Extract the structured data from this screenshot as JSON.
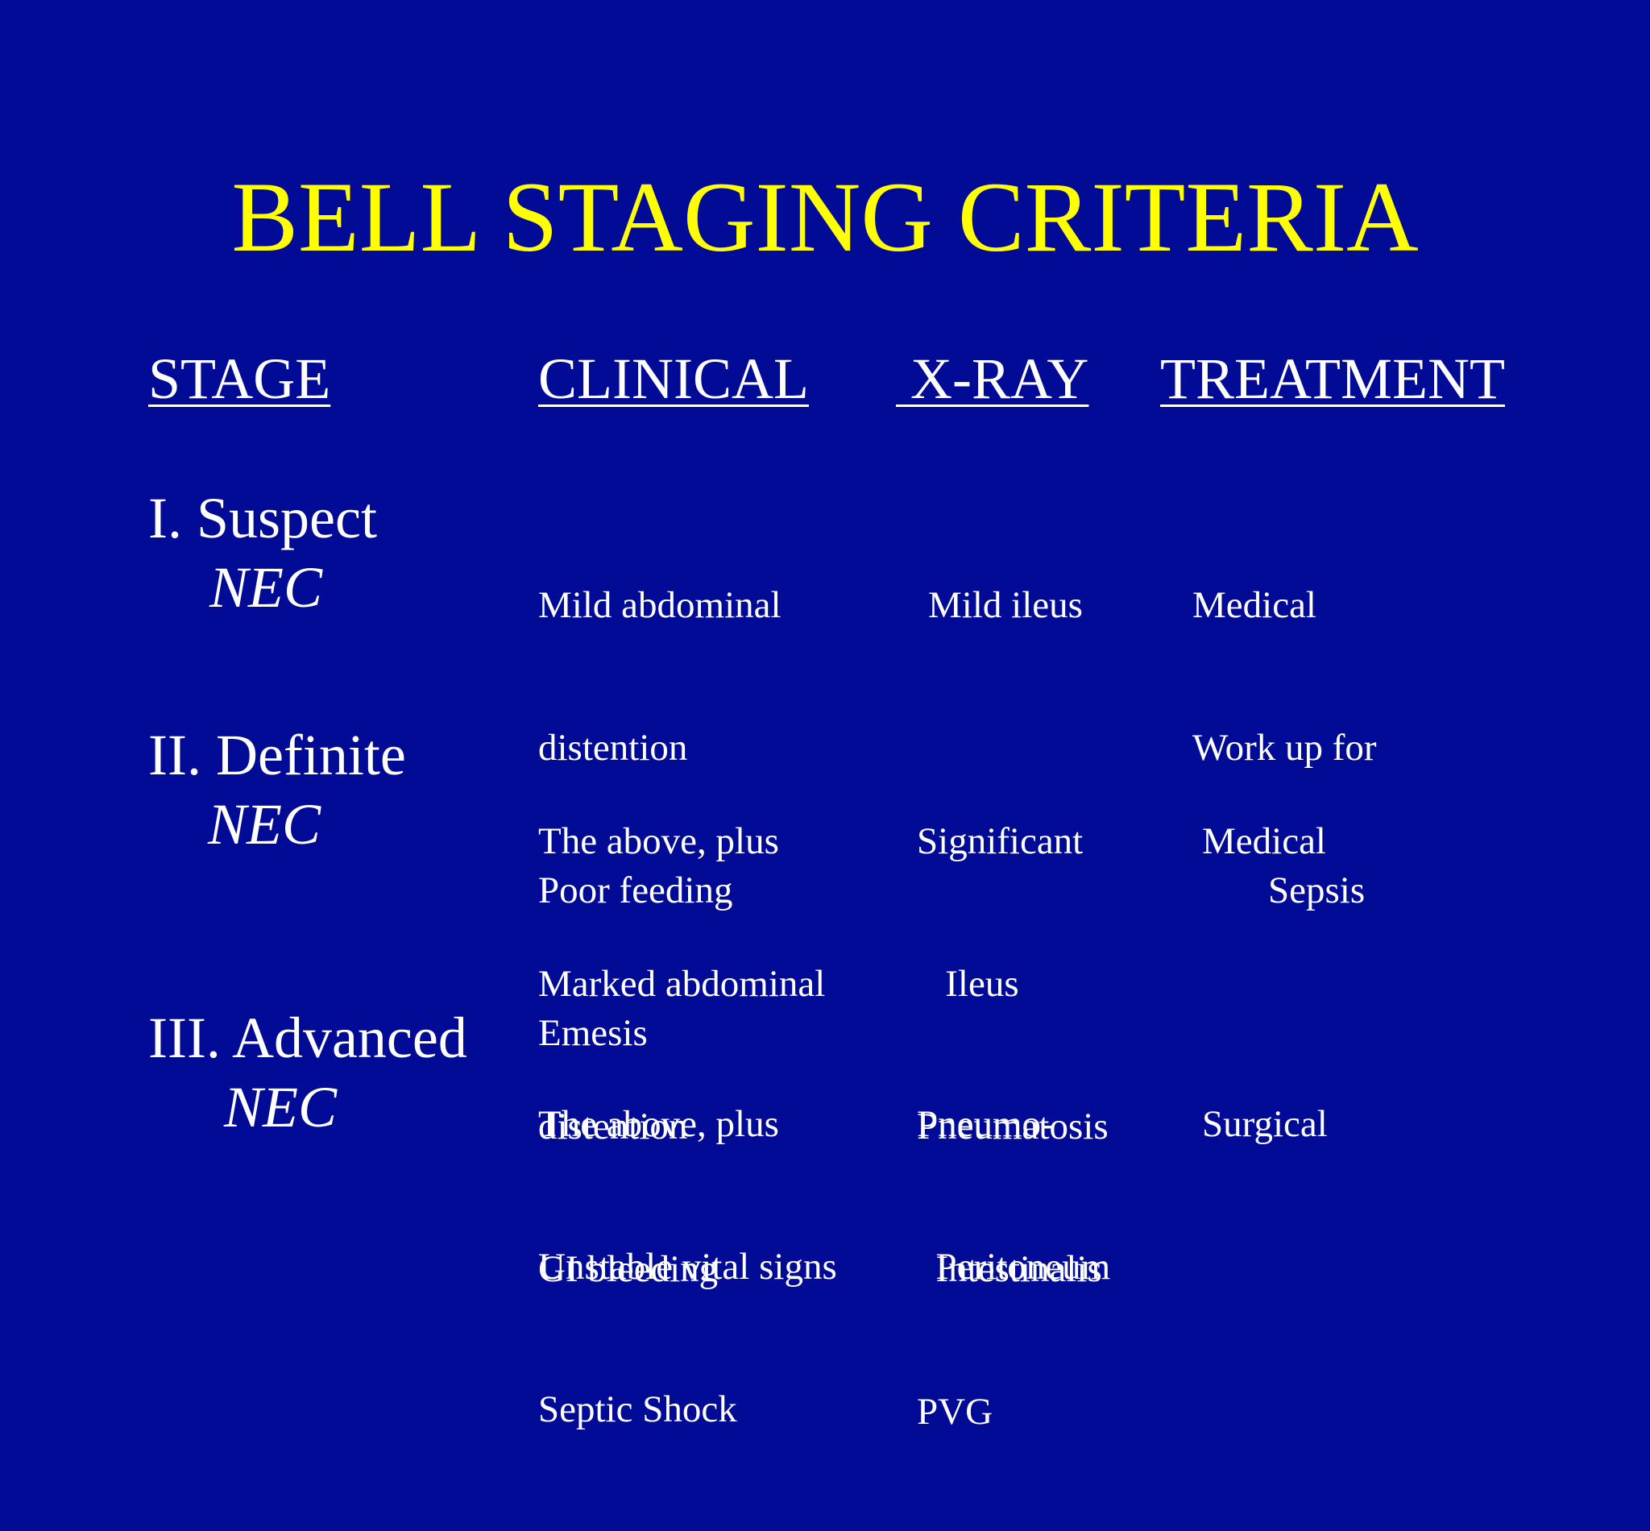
{
  "title": "BELL STAGING CRITERIA",
  "headers": {
    "stage": "STAGE",
    "clinical": "CLINICAL",
    "xray": " X-RAY",
    "treatment": "TREATMENT"
  },
  "colors": {
    "background": "#020b96",
    "title": "#ffff00",
    "text": "#ffffff"
  },
  "rows": [
    {
      "stage": "I. Suspect",
      "stage_sub": "NEC",
      "clinical": [
        "Mild abdominal",
        "distention",
        "Poor feeding",
        "Emesis"
      ],
      "xray": [
        "Mild ileus"
      ],
      "treatment": [
        "Medical",
        "Work up for",
        "        Sepsis"
      ]
    },
    {
      "stage": "II. Definite",
      "stage_sub": "NEC",
      "clinical": [
        "The above, plus",
        "Marked abdominal",
        "distention",
        "GI bleeding"
      ],
      "xray": [
        "Significant",
        "   Ileus",
        "Pneumatosis",
        "  Intestinalis",
        "PVG"
      ],
      "treatment": [
        "Medical"
      ]
    },
    {
      "stage": "III. Advanced",
      "stage_sub": "NEC",
      "clinical": [
        "The above, plus",
        "Unstable vital signs",
        "Septic Shock"
      ],
      "xray": [
        "Pneumo-",
        "  Peritoneum"
      ],
      "treatment": [
        "Surgical"
      ]
    }
  ]
}
